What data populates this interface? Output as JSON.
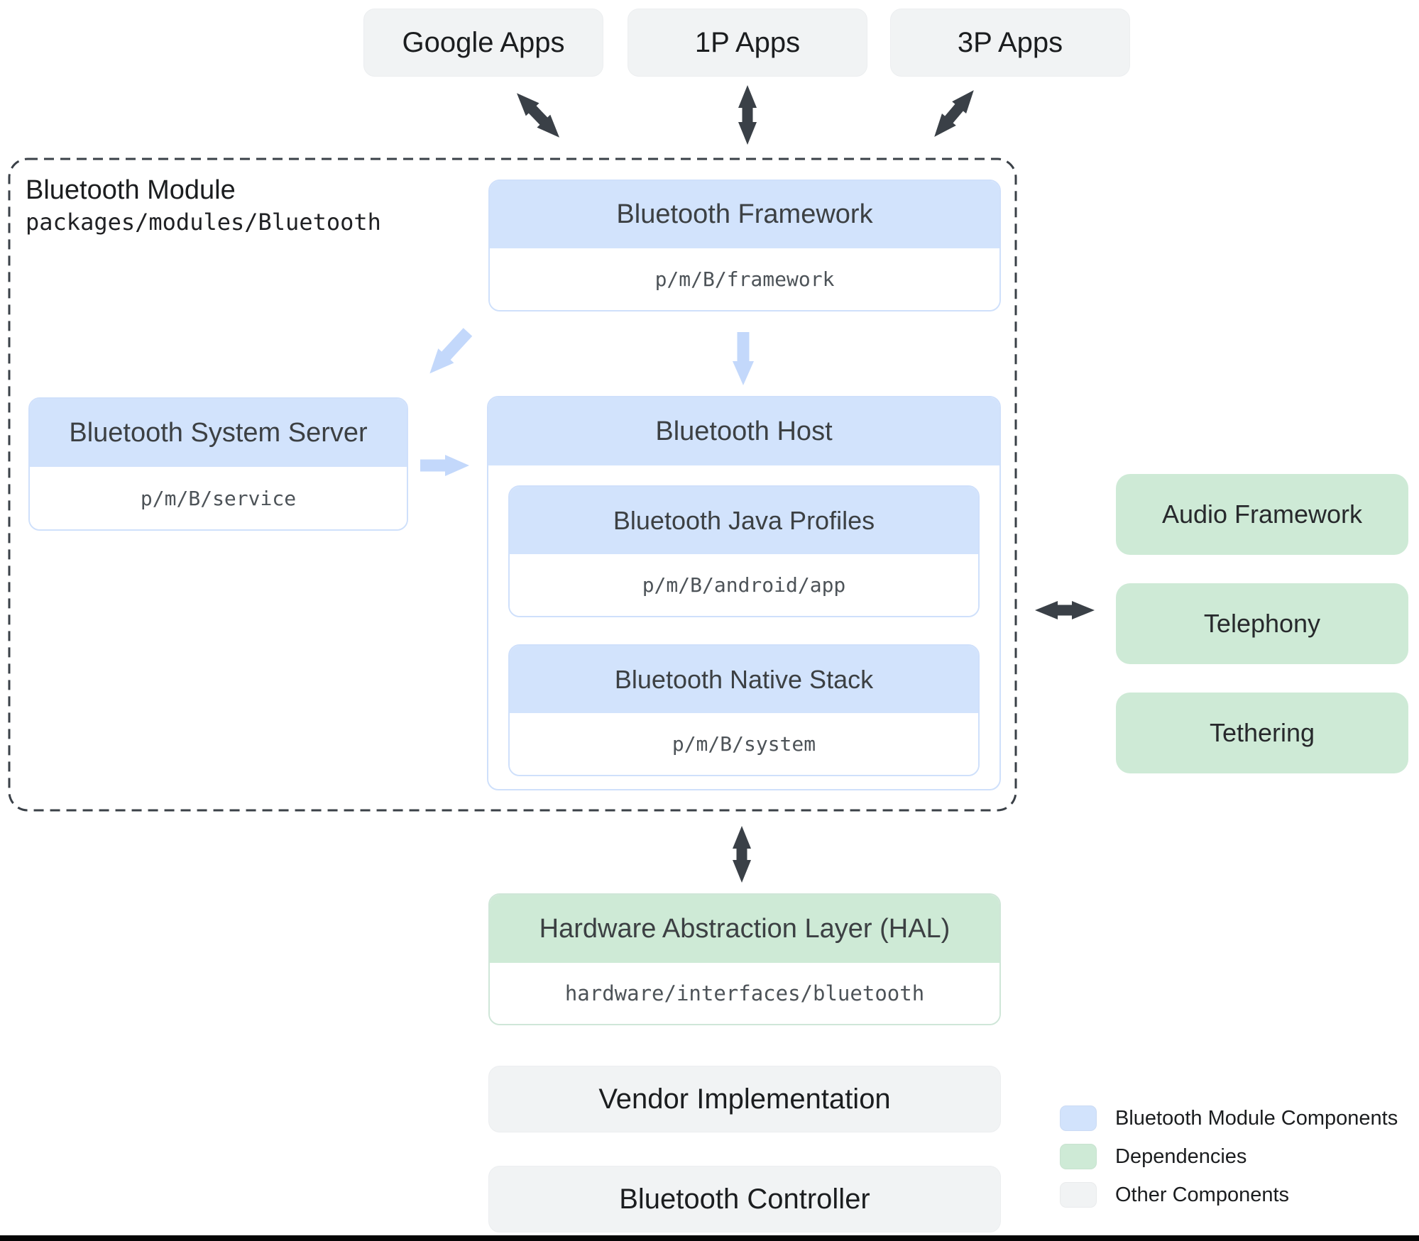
{
  "top_apps": {
    "items": [
      {
        "label": "Google Apps"
      },
      {
        "label": "1P Apps"
      },
      {
        "label": "3P Apps"
      }
    ]
  },
  "module": {
    "title": "Bluetooth Module",
    "path": "packages/modules/Bluetooth",
    "framework": {
      "title": "Bluetooth Framework",
      "path": "p/m/B/framework"
    },
    "system_server": {
      "title": "Bluetooth System Server",
      "path": "p/m/B/service"
    },
    "host": {
      "title": "Bluetooth Host",
      "java_profiles": {
        "title": "Bluetooth Java Profiles",
        "path": "p/m/B/android/app"
      },
      "native_stack": {
        "title": "Bluetooth Native Stack",
        "path": "p/m/B/system"
      }
    }
  },
  "dependencies": {
    "items": [
      {
        "label": "Audio Framework"
      },
      {
        "label": "Telephony"
      },
      {
        "label": "Tethering"
      }
    ]
  },
  "hal": {
    "title": "Hardware Abstraction Layer (HAL)",
    "path": "hardware/interfaces/bluetooth"
  },
  "other_components": {
    "items": [
      {
        "label": "Vendor Implementation"
      },
      {
        "label": "Bluetooth Controller"
      }
    ]
  },
  "legend": {
    "items": [
      {
        "label": "Bluetooth Module Components",
        "color": "#d2e3fc"
      },
      {
        "label": "Dependencies",
        "color": "#ceead6"
      },
      {
        "label": "Other Components",
        "color": "#f1f3f4"
      }
    ]
  },
  "colors": {
    "module_blue": "#d2e3fc",
    "dependency_green": "#ceead6",
    "other_gray": "#f1f3f4",
    "dark_arrow": "#3a4047",
    "light_blue_arrow": "#c3d8fb",
    "dashed_border": "#3a4047"
  }
}
